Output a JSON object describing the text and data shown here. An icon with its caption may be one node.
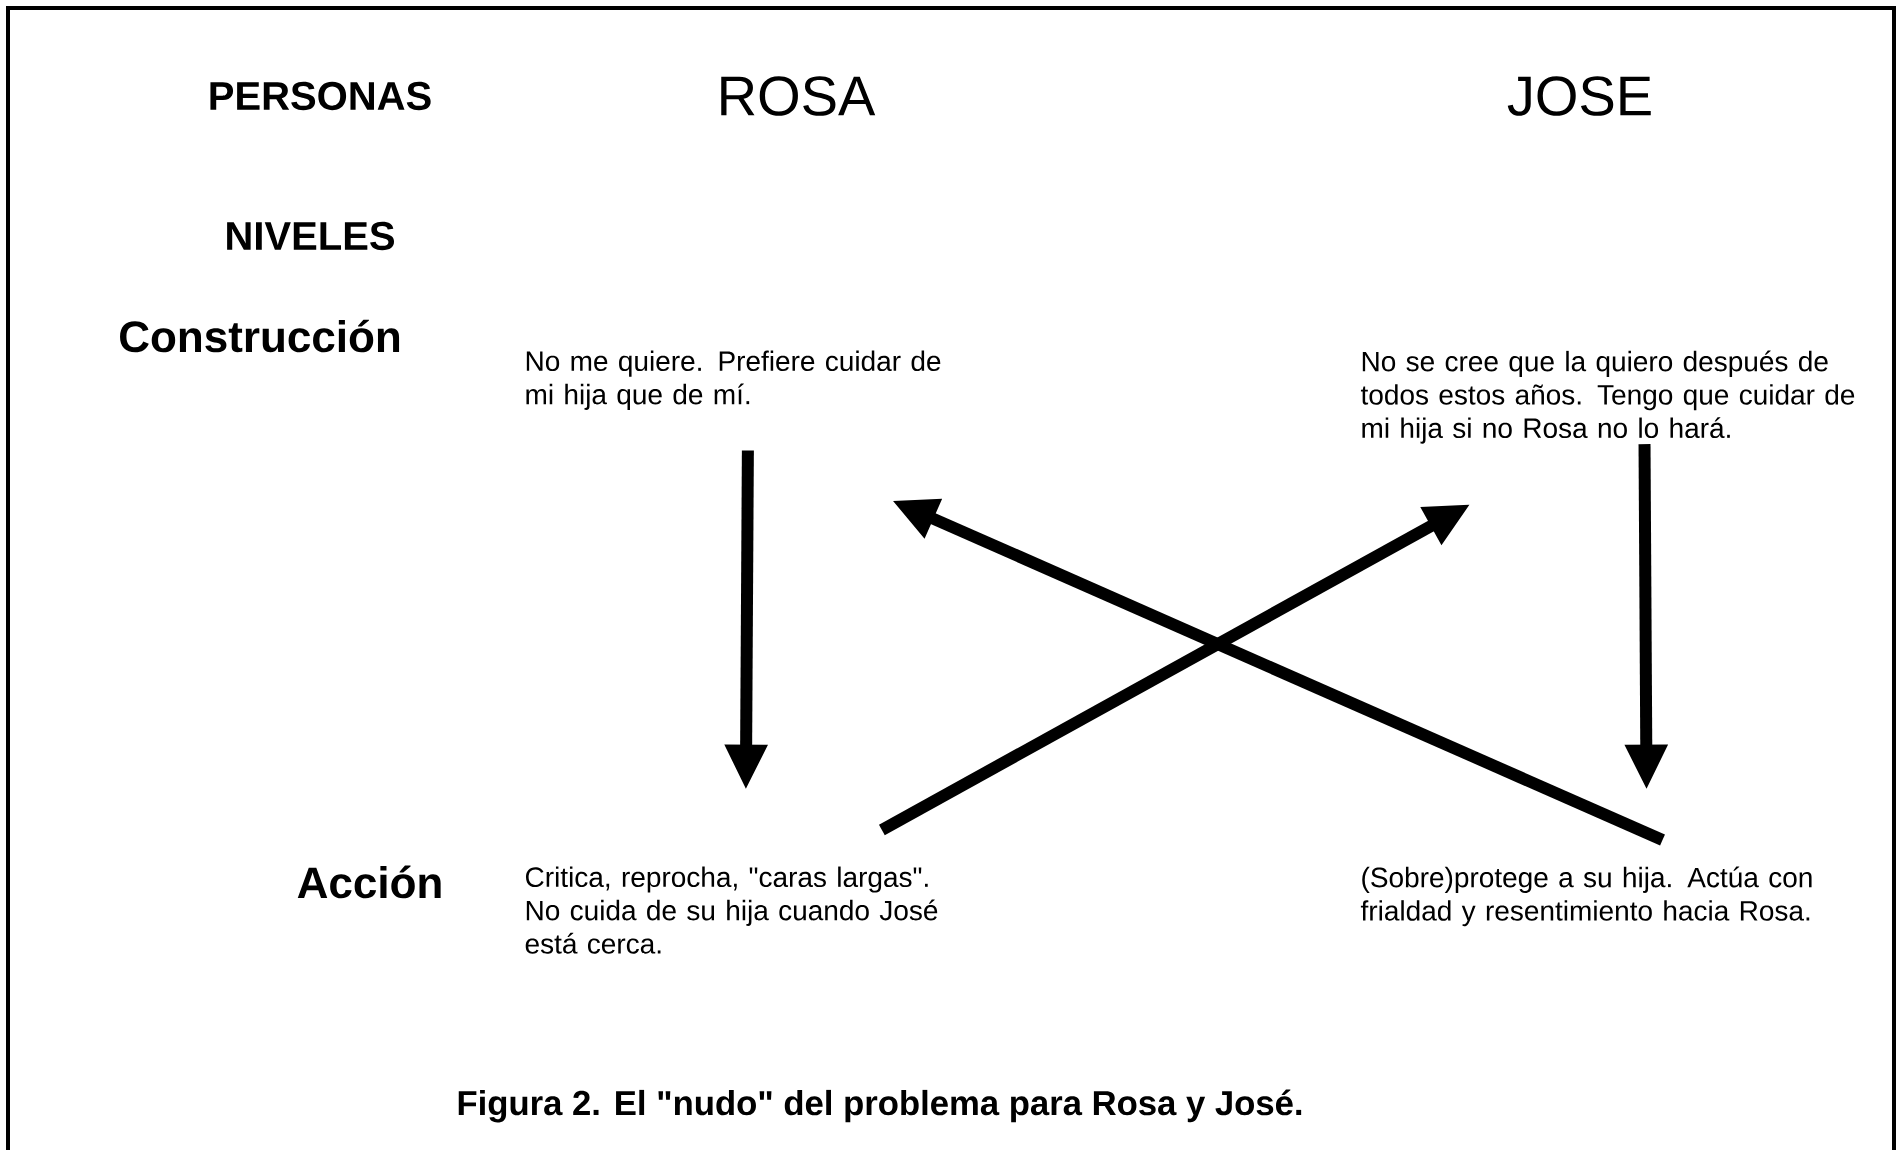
{
  "diagram": {
    "caption": "Figura 2. El \"nudo\" del problema para Rosa y José.",
    "nodes": [
      {
        "text": [
          "No me quiere. Prefiere cuidar de mi hija que de mí."
        ]
      },
      {
        "text": [
          "No se cree que la quiero después de todos estos años. Tengo que cuidar de mi hija si no Rosa no lo hará."
        ]
      },
      {
        "text": [
          "Critica, reprocha, \"caras largas\". No cuida de su hija cuando José está cerca."
        ]
      },
      {
        "text": [
          "(Sobre)protege a su hija. Actúa con frialdad y resentimiento hacia Rosa."
        ]
      }
    ],
    "edges": [
      {
        "from": 0,
        "to": 2,
        "arrow": "to"
      },
      {
        "from": 1,
        "to": 3,
        "arrow": "to"
      },
      {
        "from": 2,
        "to": 1,
        "arrow": "to"
      },
      {
        "from": 3,
        "to": 0,
        "arrow": "to"
      }
    ],
    "labels": [
      "PERSONAS",
      "ROSA",
      "JOSE",
      "NIVELES",
      "Construcción",
      "Acción"
    ]
  }
}
